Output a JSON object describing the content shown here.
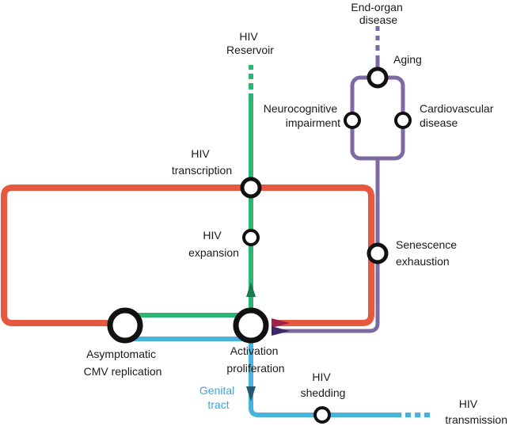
{
  "colors": {
    "hiv_reservoir": "#2bb673",
    "cmv_loop": "#e8573f",
    "aging": "#7c6aa2",
    "genital_tract": "#49b3df",
    "node_stroke": "#111111"
  },
  "labels": {
    "end_organ_1": "End-organ",
    "end_organ_2": "disease",
    "hiv_reservoir_1": "HIV",
    "hiv_reservoir_2": "Reservoir",
    "aging": "Aging",
    "neuro_1": "Neurocognitive",
    "neuro_2": "impairment",
    "cardio_1": "Cardiovascular",
    "cardio_2": "disease",
    "transcription_1": "HIV",
    "transcription_2": "transcription",
    "expansion_1": "HIV",
    "expansion_2": "expansion",
    "senescence_1": "Senescence",
    "senescence_2": "exhaustion",
    "cmv_1": "Asymptomatic",
    "cmv_2": "CMV replication",
    "activation_1": "Activation",
    "activation_2": "proliferation",
    "genital_1": "Genital",
    "genital_2": "tract",
    "shedding_1": "HIV",
    "shedding_2": "shedding",
    "transmission_1": "HIV",
    "transmission_2": "transmission"
  }
}
